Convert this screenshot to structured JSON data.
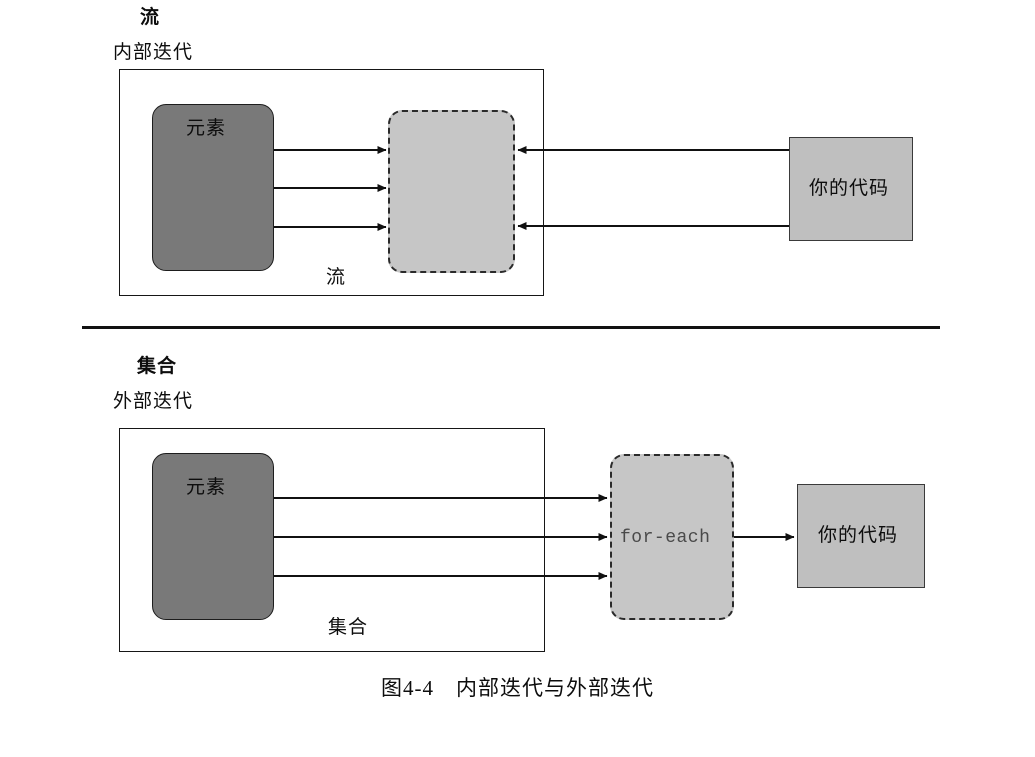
{
  "figure": {
    "caption": "图4-4　内部迭代与外部迭代"
  },
  "top_panel": {
    "title": "流",
    "subtitle": "内部迭代",
    "container_label": "流",
    "element_label": "元素",
    "pipeline_label": "",
    "consumer_label": "你的代码",
    "arrows_out_of_elements": 3,
    "arrows_from_code": 2,
    "arrow_direction": "code-to-stream"
  },
  "bottom_panel": {
    "title": "集合",
    "subtitle": "外部迭代",
    "container_label": "集合",
    "element_label": "元素",
    "pipeline_label": "for-each",
    "consumer_label": "你的代码",
    "arrows_out_of_elements": 3,
    "arrows_to_code": 1,
    "arrow_direction": "collection-to-foreach-to-code"
  },
  "colors": {
    "element_fill": "#797979",
    "pipeline_fill": "#c6c6c6",
    "code_fill": "#bfbfbf",
    "stroke": "#161616",
    "page_background": "#ffffff"
  }
}
